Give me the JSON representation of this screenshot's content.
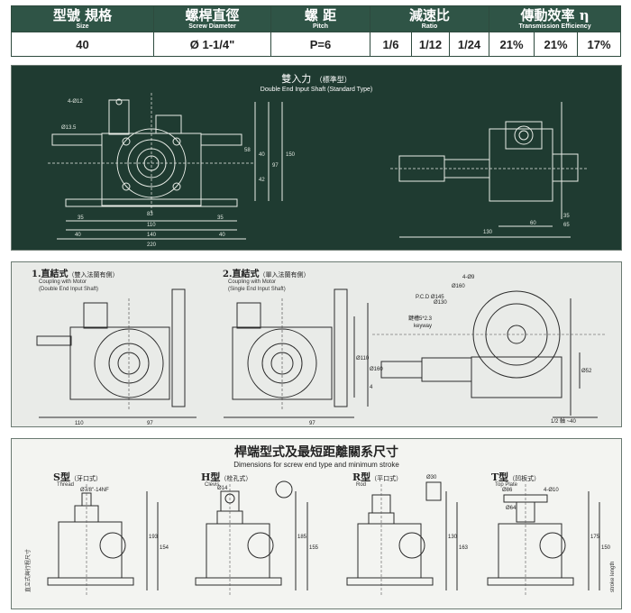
{
  "spec_table": {
    "headers": [
      {
        "cn": "型號 規格",
        "en": "Size"
      },
      {
        "cn": "螺桿直徑",
        "en": "Screw Diameter"
      },
      {
        "cn": "螺 距",
        "en": "Pitch"
      },
      {
        "cn": "減速比",
        "en": "Ratio"
      },
      {
        "cn": "傳動效率 η",
        "en": "Transmission Efficiency"
      }
    ],
    "row": {
      "size": "40",
      "screw_diameter": "Ø 1-1/4\"",
      "pitch": "P=6",
      "ratios": [
        "1/6",
        "1/12",
        "1/24"
      ],
      "efficiencies": [
        "21%",
        "21%",
        "17%"
      ]
    }
  },
  "panel_double_end": {
    "title_cn": "雙入力",
    "title_note": "（標準型）",
    "title_en": "Double End Input Shaft (Standard Type)",
    "dims_bottom": [
      "35",
      "110",
      "35",
      "40",
      "140",
      "40",
      "220"
    ],
    "dims_misc": [
      "4-Ø12",
      "Ø13.5",
      "83",
      "58",
      "40",
      "42",
      "97",
      "150",
      "130",
      "60",
      "35",
      "65"
    ]
  },
  "panel_coupling": {
    "left_cn": "1.直結式",
    "left_note": "（雙入法蘭有側）",
    "left_en": [
      "Coupling with Motor",
      "(Double End Input Shaft)"
    ],
    "right_cn": "2.直結式",
    "right_note": "（單入法蘭有側）",
    "right_en": [
      "Coupling with Motor",
      "(Single End Input Shaft)"
    ],
    "dims": [
      "110",
      "97",
      "97",
      "Ø110",
      "Ø160",
      "Ø130",
      "P.C.D Ø145",
      "Ø160",
      "4-Ø9",
      "鍵槽5*2.3",
      "keyway",
      "Ø52",
      "1/2 軸 ~40",
      "4"
    ]
  },
  "panel_ends": {
    "title_cn": "桿端型式及最短距離關系尺寸",
    "title_en": "Dimensions for screw end type and minimum stroke",
    "types": [
      {
        "code": "S型",
        "cn": "（牙口式）",
        "en": "Thread",
        "dim": "Ø7/8\"-14NF"
      },
      {
        "code": "H型",
        "cn": "（栓孔式）",
        "en": "Clevis",
        "dim": "Ø14"
      },
      {
        "code": "R型",
        "cn": "（平口式）",
        "en": "Rod",
        "dim": "Ø30"
      },
      {
        "code": "T型",
        "cn": "（凹板式）",
        "en": "Top Plate",
        "dim": "4-Ø10"
      }
    ],
    "side_note_left": "直立式與行程尺寸",
    "side_note_right": "stroke length",
    "dims": [
      "193",
      "154",
      "185",
      "155",
      "130",
      "163",
      "175",
      "150",
      "Ø86",
      "Ø64"
    ]
  },
  "colors": {
    "header_bg": "#2f5446",
    "dark_panel": "#1f3b31",
    "light_panel": "#e9ebe8"
  }
}
